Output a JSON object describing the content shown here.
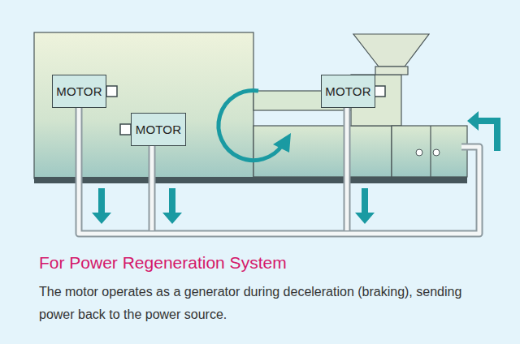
{
  "diagram": {
    "title": "For Power Regeneration System",
    "caption": "The motor operates as a generator during deceleration (braking), sending power back to the power source.",
    "nodes": [
      {
        "text": [
          "MOTOR"
        ]
      },
      {
        "text": [
          "MOTOR"
        ]
      },
      {
        "text": [
          "MOTOR"
        ]
      }
    ]
  }
}
